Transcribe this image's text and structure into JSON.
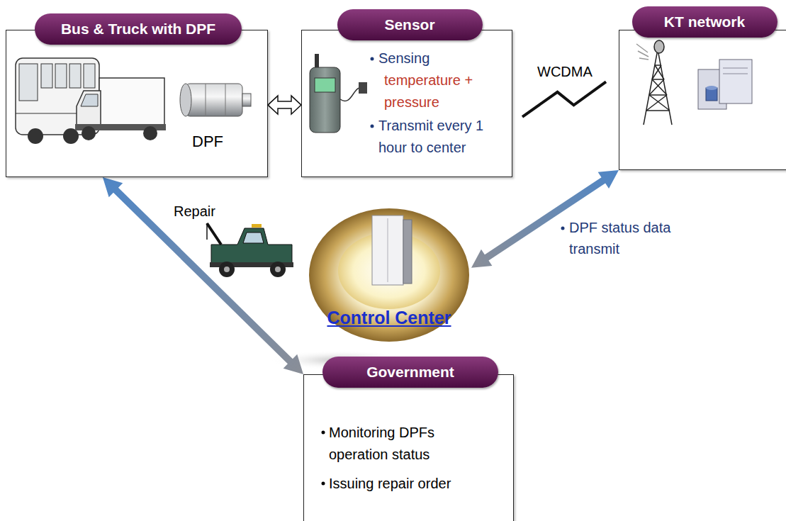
{
  "diagram": {
    "nodes": [
      {
        "text": [
          "Bus & Truck with DPF",
          "DPF"
        ]
      },
      {
        "text": [
          "Sensor",
          "Sensing",
          "temperature + pressure",
          "Transmit every 1 hour to center"
        ]
      },
      {
        "text": [
          "KT network"
        ]
      },
      {
        "text": [
          "Control Center"
        ]
      },
      {
        "text": [
          "Government",
          "Monitoring DPFs operation status",
          "Issuing repair order"
        ]
      }
    ],
    "edges": [
      {
        "from": 0,
        "to": 1,
        "arrow": "both"
      },
      {
        "from": 1,
        "to": 2,
        "arrow": "none",
        "label": "WCDMA"
      },
      {
        "from": 3,
        "to": 2,
        "arrow": "both",
        "label": "DPF status data transmit"
      },
      {
        "from": 4,
        "to": 0,
        "arrow": "both",
        "label": "Repair"
      }
    ]
  }
}
